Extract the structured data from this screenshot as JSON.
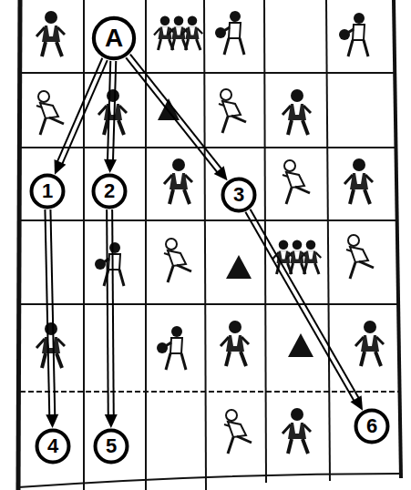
{
  "diagram": {
    "nodes": [
      {
        "text": [
          "A"
        ]
      },
      {
        "text": [
          "1"
        ]
      },
      {
        "text": [
          "2"
        ]
      },
      {
        "text": [
          "3"
        ]
      },
      {
        "text": [
          "4"
        ]
      },
      {
        "text": [
          "5"
        ]
      },
      {
        "text": [
          "6"
        ]
      }
    ],
    "edges": [
      {
        "from": 0,
        "to": 1,
        "arrow": "to"
      },
      {
        "from": 0,
        "to": 2,
        "arrow": "to"
      },
      {
        "from": 0,
        "to": 3,
        "arrow": "to"
      },
      {
        "from": 1,
        "to": 4,
        "arrow": "to"
      },
      {
        "from": 2,
        "to": 5,
        "arrow": "to"
      },
      {
        "from": 3,
        "to": 6,
        "arrow": "to"
      }
    ]
  }
}
